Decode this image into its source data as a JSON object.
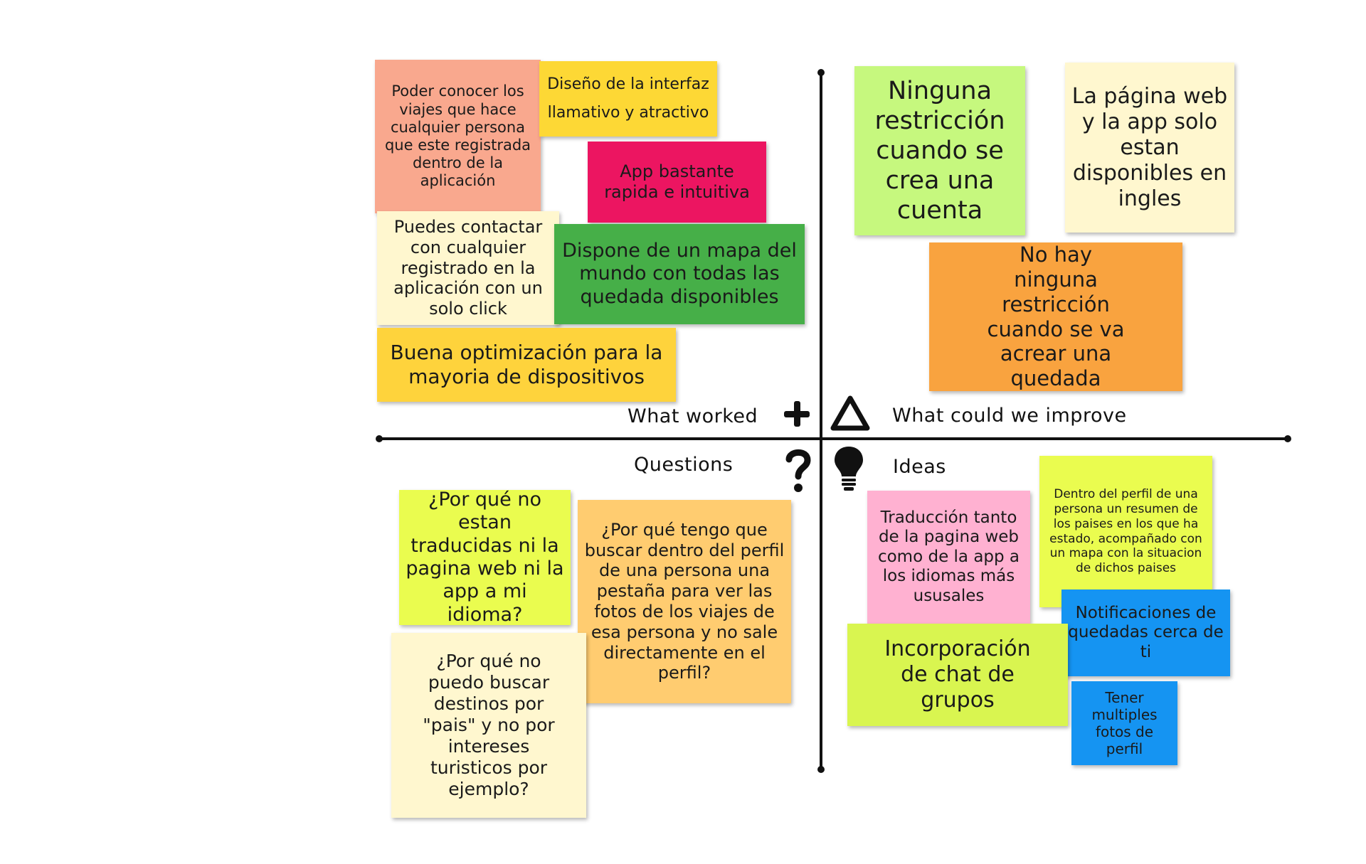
{
  "quadrants": {
    "worked": {
      "label": "What worked",
      "icon": "plus-icon"
    },
    "improve": {
      "label": "What could we improve",
      "icon": "delta-triangle-icon"
    },
    "questions": {
      "label": "Questions",
      "icon": "question-mark-icon"
    },
    "ideas": {
      "label": "Ideas",
      "icon": "lightbulb-icon"
    }
  },
  "notes": {
    "worked": [
      {
        "text": "Poder conocer los viajes que hace cualquier persona que este registrada dentro de la aplicación",
        "color": "#F9A88E"
      },
      {
        "text": "Diseño de la interfaz llamativo y atractivo",
        "color": "#FDD835"
      },
      {
        "text": "App bastante rapida e intuitiva",
        "color": "#EC1561"
      },
      {
        "text": "Puedes contactar con cualquier registrado en la aplicación con un solo click",
        "color": "#FFF7CF"
      },
      {
        "text": "Dispone de un mapa del mundo con todas las quedada disponibles",
        "color": "#46AF48"
      },
      {
        "text": "Buena optimización para la mayoria de dispositivos",
        "color": "#FED33C"
      }
    ],
    "improve": [
      {
        "text": "Ninguna restricción cuando se crea una cuenta",
        "color": "#C6F87E"
      },
      {
        "text": "La página web y la app solo estan disponibles en ingles",
        "color": "#FFF7CF"
      },
      {
        "text": "No hay ninguna restricción cuando se va acrear una quedada",
        "color": "#F9A33F"
      }
    ],
    "questions": [
      {
        "text": "¿Por qué no estan traducidas ni la pagina web ni la app a mi idioma?",
        "color": "#EAFC4F"
      },
      {
        "text": "¿Por qué tengo que buscar dentro del perfil de una persona una pestaña para ver las fotos de los viajes de esa persona y no sale directamente en el perfil?",
        "color": "#FFCC70"
      },
      {
        "text": "¿Por qué no puedo buscar destinos por \"pais\" y no por intereses turisticos por ejemplo?",
        "color": "#FFF7CF"
      }
    ],
    "ideas": [
      {
        "text": "Traducción tanto de la pagina web como de la app a los idiomas más ususales",
        "color": "#FFB1D1"
      },
      {
        "text": "Dentro del perfil de una persona un resumen de los paises en los que ha estado, acompañado con un mapa con la situacion de dichos paises",
        "color": "#EAFC4F"
      },
      {
        "text": "Notificaciones de quedadas cerca de ti",
        "color": "#1594F2"
      },
      {
        "text": "Incorporación de chat de grupos",
        "color": "#D9F550"
      },
      {
        "text": "Tener multiples fotos de perfil",
        "color": "#1594F2"
      }
    ]
  }
}
